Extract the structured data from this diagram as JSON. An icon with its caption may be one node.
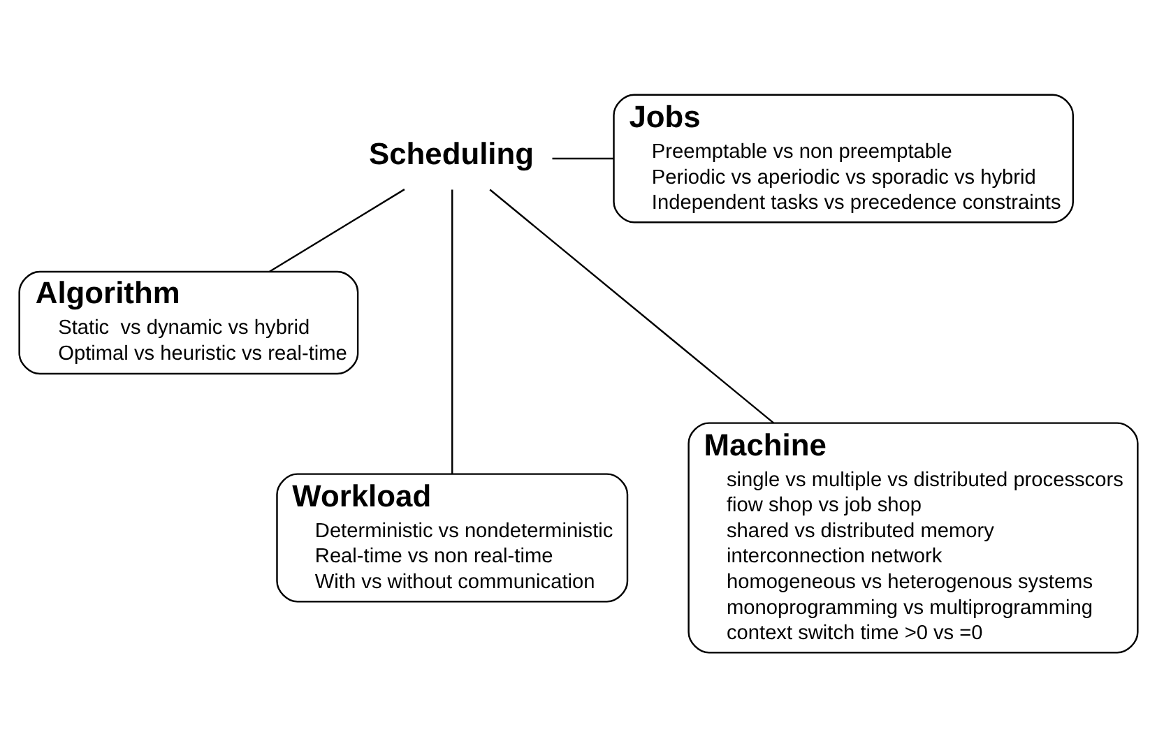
{
  "diagram": {
    "nodes": [
      {
        "text": [
          "Scheduling"
        ]
      },
      {
        "text": [
          "Jobs",
          "Preemptable vs non preemptable",
          "Periodic vs aperiodic vs sporadic vs hybrid",
          "Independent tasks vs precedence constraints"
        ]
      },
      {
        "text": [
          "Algorithm",
          "Static  vs dynamic vs hybrid",
          "Optimal vs heuristic vs real-time"
        ]
      },
      {
        "text": [
          "Workload",
          "Deterministic vs nondeterministic",
          "Real-time vs non real-time",
          "With vs without communication"
        ]
      },
      {
        "text": [
          "Machine",
          "single vs multiple vs distributed processcors",
          "fiow shop vs job shop",
          "shared vs distributed memory",
          "interconnection network",
          "homogeneous vs heterogenous systems",
          "monoprogramming vs multiprogramming",
          "context switch time >0 vs =0"
        ]
      }
    ],
    "edges": [
      {
        "from": 0,
        "to": 1,
        "arrow": "none"
      },
      {
        "from": 0,
        "to": 2,
        "arrow": "none"
      },
      {
        "from": 0,
        "to": 3,
        "arrow": "none"
      },
      {
        "from": 0,
        "to": 4,
        "arrow": "none"
      }
    ]
  }
}
